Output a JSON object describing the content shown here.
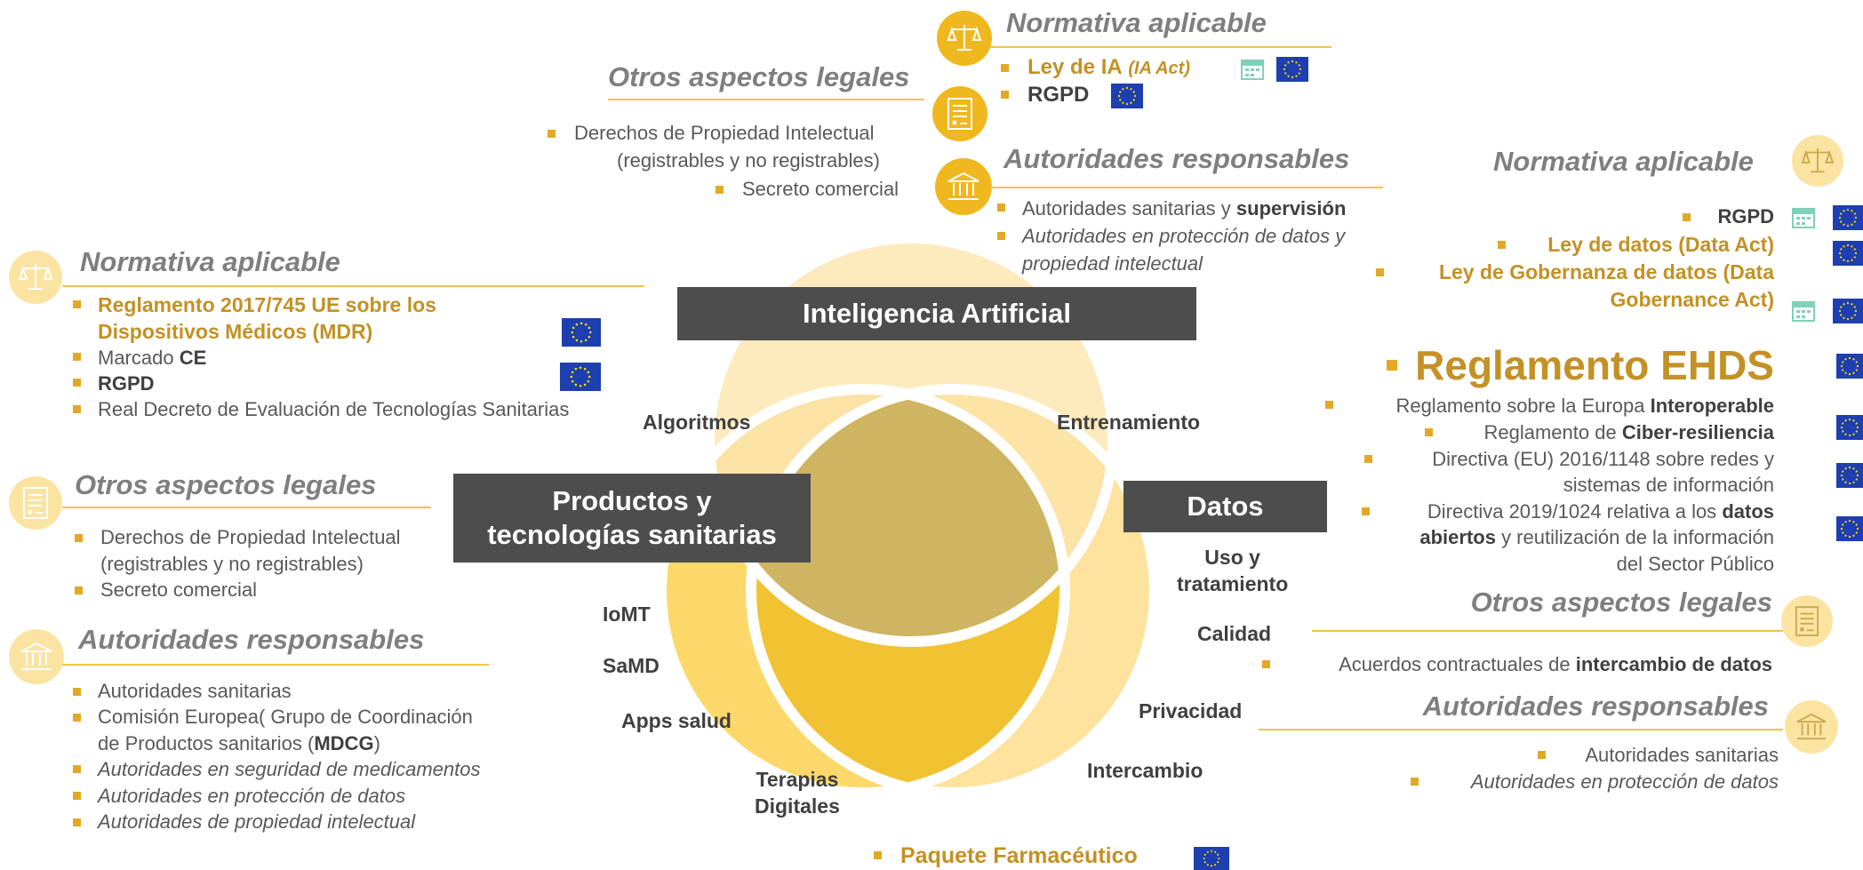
{
  "top": {
    "normativa_title": "Normativa aplicable",
    "ley_ia": "Ley de IA",
    "ia_act": "(IA Act)",
    "rgpd": "RGPD",
    "otros_title": "Otros aspectos legales",
    "otros_items": [
      "Derechos de Propiedad Intelectual",
      "(registrables y no registrables)",
      "Secreto comercial"
    ],
    "autoridades_title": "Autoridades responsables",
    "aut_item1_pre": "Autoridades sanitarias y ",
    "aut_item1_bold": "supervisión",
    "aut_item2_line1": "Autoridades en protección de datos y",
    "aut_item2_line2": "propiedad intelectual"
  },
  "left": {
    "normativa_title": "Normativa aplicable",
    "mdr_line1": "Reglamento 2017/745 UE sobre los",
    "mdr_line2": "Dispositivos Médicos (MDR)",
    "marcado_pre": "Marcado ",
    "marcado_bold": "CE",
    "rgpd": "RGPD",
    "real_decreto": "Real Decreto de Evaluación de Tecnologías Sanitarias",
    "otros_title": "Otros aspectos legales",
    "otros_item1_line1": "Derechos de Propiedad Intelectual",
    "otros_item1_line2": "(registrables y no registrables)",
    "otros_item2": "Secreto comercial",
    "autoridades_title": "Autoridades responsables",
    "aut_item1": "Autoridades sanitarias",
    "aut_item2_line1": "Comisión Europea( Grupo de Coordinación",
    "aut_item2_line2_pre": "de Productos sanitarios (",
    "aut_item2_line2_bold": "MDCG",
    "aut_item2_line2_post": ")",
    "aut_item3": "Autoridades  en seguridad de medicamentos",
    "aut_item4": "Autoridades en protección de datos",
    "aut_item5": "Autoridades de propiedad intelectual"
  },
  "right": {
    "normativa_title": "Normativa aplicable",
    "rgpd": "RGPD",
    "data_act": "Ley de datos (Data Act)",
    "dga_line1": "Ley de Gobernanza de datos (Data",
    "dga_line2": "Gobernance Act)",
    "ehds": "Reglamento EHDS",
    "interop_pre": "Reglamento sobre la Europa ",
    "interop_bold": "Interoperable",
    "ciber_pre": "Reglamento de ",
    "ciber_bold": "Ciber-resiliencia",
    "directiva1_line1": "Directiva (EU) 2016/1148 sobre redes y",
    "directiva1_line2": "sistemas de información",
    "directiva2_line1_pre": "Directiva 2019/1024 relativa a los ",
    "directiva2_line1_bold": "datos",
    "directiva2_line2_bold": "abiertos",
    "directiva2_line2_post": " y reutilización de la información",
    "directiva2_line3": "del Sector Público",
    "otros_title": "Otros aspectos legales",
    "acuerdos_pre": "Acuerdos contractuales de ",
    "acuerdos_bold": "intercambio de datos",
    "autoridades_title": "Autoridades responsables",
    "aut_item1": "Autoridades sanitarias",
    "aut_item2": "Autoridades en protección de datos"
  },
  "venn": {
    "ia_label": "Inteligencia Artificial",
    "productos_line1": "Productos y",
    "productos_line2": "tecnologías sanitarias",
    "datos_label": "Datos",
    "algoritmos": "Algoritmos",
    "entrenamiento": "Entrenamiento",
    "uso_line1": "Uso y",
    "uso_line2": "tratamiento",
    "calidad": "Calidad",
    "privacidad": "Privacidad",
    "intercambio": "Intercambio",
    "iomt": "IoMT",
    "samd": "SaMD",
    "apps": "Apps salud",
    "terapias_line1": "Terapias",
    "terapias_line2": "Digitales"
  },
  "bottom": {
    "paquete": "Paquete Farmacéutico"
  },
  "colors": {
    "gold": "#c39125",
    "accent_yellow": "#f0b81f",
    "pale_yellow": "#fbe4a2",
    "box_dark": "#4d4d4d",
    "eu_blue": "#1e3fb0"
  }
}
